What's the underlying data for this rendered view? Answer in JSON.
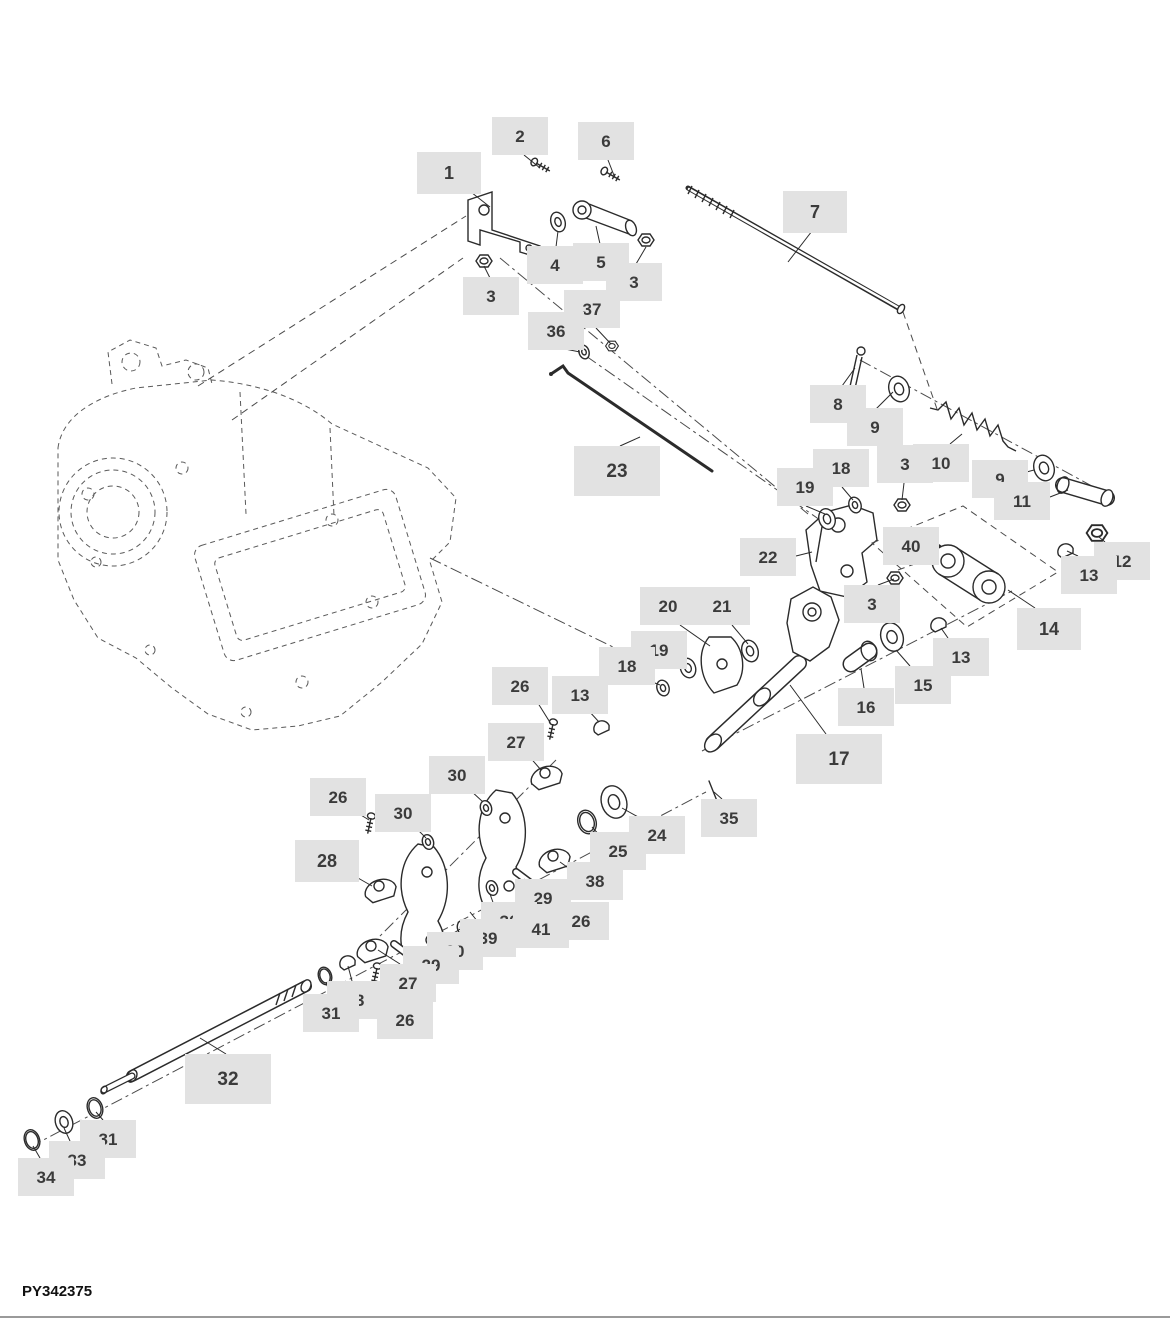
{
  "page": {
    "part_code": "PY342375",
    "background": "#ffffff"
  },
  "colors": {
    "callout_bg": "#e2e2e2",
    "callout_text": "#3b3b3b",
    "line": "#2b2b2b"
  },
  "callouts": {
    "c2": "2",
    "c6": "6",
    "c1": "1",
    "c7": "7",
    "c4": "4",
    "c5": "5",
    "c3a": "3",
    "c3b": "3",
    "c37": "37",
    "c36": "36",
    "c8": "8",
    "c9a": "9",
    "c3c": "3",
    "c10": "10",
    "c23": "23",
    "c18a": "18",
    "c19a": "19",
    "c9b": "9",
    "c11": "11",
    "c22": "22",
    "c40": "40",
    "c12": "12",
    "c13a": "13",
    "c3d": "3",
    "c14": "14",
    "c20": "20",
    "c21": "21",
    "c19b": "19",
    "c18b": "18",
    "c13b": "13",
    "c15": "15",
    "c16": "16",
    "c26a": "26",
    "c13c": "13",
    "c17": "17",
    "c27a": "27",
    "c30a": "30",
    "c35": "35",
    "c24": "24",
    "c26b": "26",
    "c30b": "30",
    "c25": "25",
    "c28": "28",
    "c38": "38",
    "c29a": "29",
    "c26c": "26",
    "c30c": "30",
    "c41": "41",
    "c39": "39",
    "c30d": "30",
    "c29b": "29",
    "c27b": "27",
    "c13d": "13",
    "c31a": "31",
    "c26d": "26",
    "c32": "32",
    "c31b": "31",
    "c33": "33",
    "c34": "34"
  }
}
